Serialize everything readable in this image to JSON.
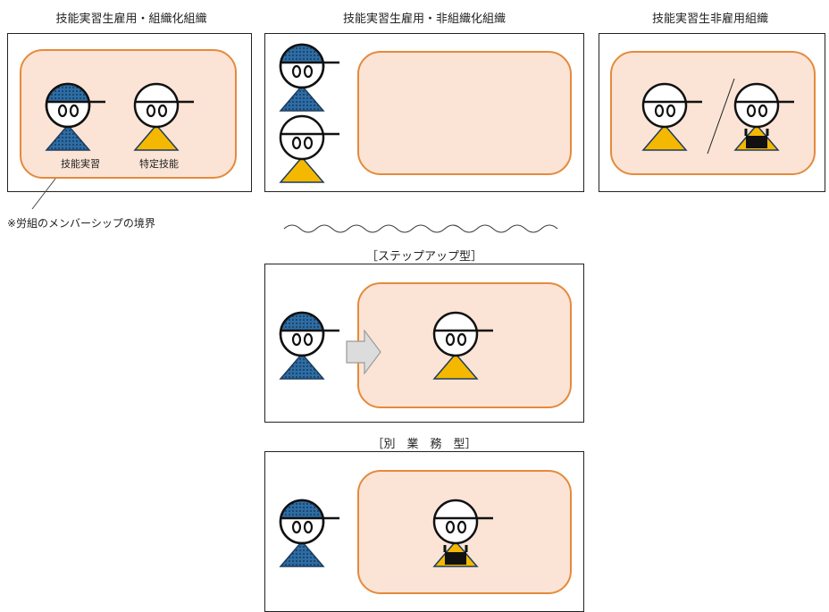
{
  "panels": {
    "p1": {
      "title": "技能実習生雇用・組織化組織",
      "label_trainee": "技能実習",
      "label_specified": "特定技能"
    },
    "p2": {
      "title": "技能実習生雇用・非組織化組織"
    },
    "p3": {
      "title": "技能実習生非雇用組織"
    }
  },
  "note": "※労組のメンバーシップの境界",
  "lower": {
    "stepup": {
      "title": "［ステップアップ型］"
    },
    "separate": {
      "title": "［別　業　務　型］"
    }
  },
  "colors": {
    "org_fill": "#fbe4d6",
    "org_border": "#e58a3c",
    "trainee_blue": "#2e6da4",
    "specified_yellow": "#f5b800",
    "frame": "#222222"
  }
}
